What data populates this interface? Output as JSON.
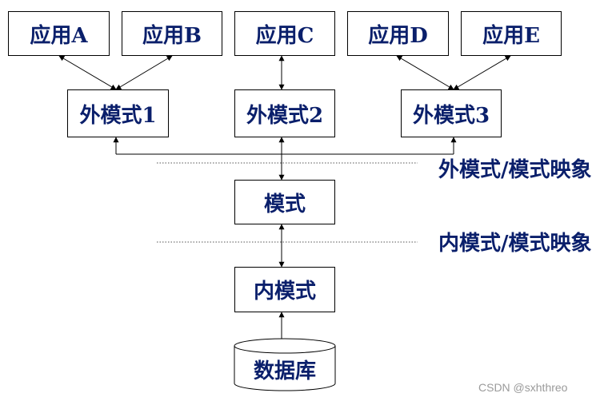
{
  "apps": [
    "应用A",
    "应用B",
    "应用C",
    "应用D",
    "应用E"
  ],
  "external_schemas": [
    "外模式1",
    "外模式2",
    "外模式3"
  ],
  "schema": "模式",
  "internal_schema": "内模式",
  "database": "数据库",
  "mapping_labels": {
    "external_schema": "外模式/模式映象",
    "internal_schema": "内模式/模式映象"
  },
  "watermark": "CSDN @sxhthreo",
  "colors": {
    "text": "#0a1f6b",
    "line": "#000000",
    "dotted": "#555555"
  }
}
